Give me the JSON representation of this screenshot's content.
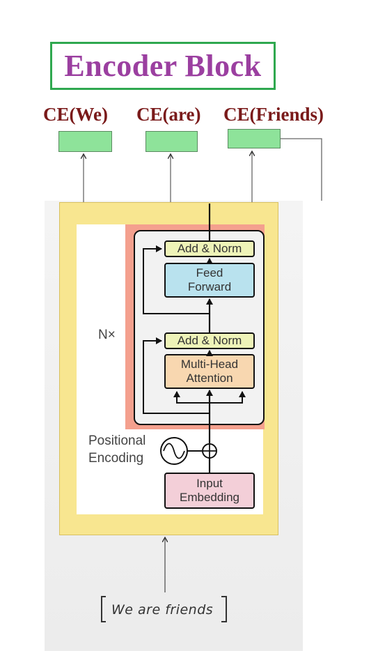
{
  "title": "Encoder Block",
  "outputs": {
    "labels": [
      "CE(We)",
      "CE(are)",
      "CE(Friends)"
    ]
  },
  "encoder": {
    "repeat_label": "N×",
    "add_norm_top": "Add & Norm",
    "feed_forward": "Feed\nForward",
    "add_norm_bottom": "Add & Norm",
    "multi_head_attention": "Multi-Head\nAttention",
    "positional_encoding": "Positional\nEncoding",
    "input_embedding": "Input\nEmbedding",
    "plus_symbol": "⊕"
  },
  "input": {
    "text": "We are friends"
  },
  "colors": {
    "title": "#9b3fa0",
    "title_border": "#2fa84f",
    "output_label": "#7a1a1a",
    "output_box": "#8ee39a",
    "frame_yellow": "#f8e690",
    "frame_red": "#f4a08e",
    "add_norm": "#eef3b8",
    "feed_forward": "#b9e2ee",
    "attention": "#f8d7b0",
    "embedding": "#f3cfd8"
  }
}
